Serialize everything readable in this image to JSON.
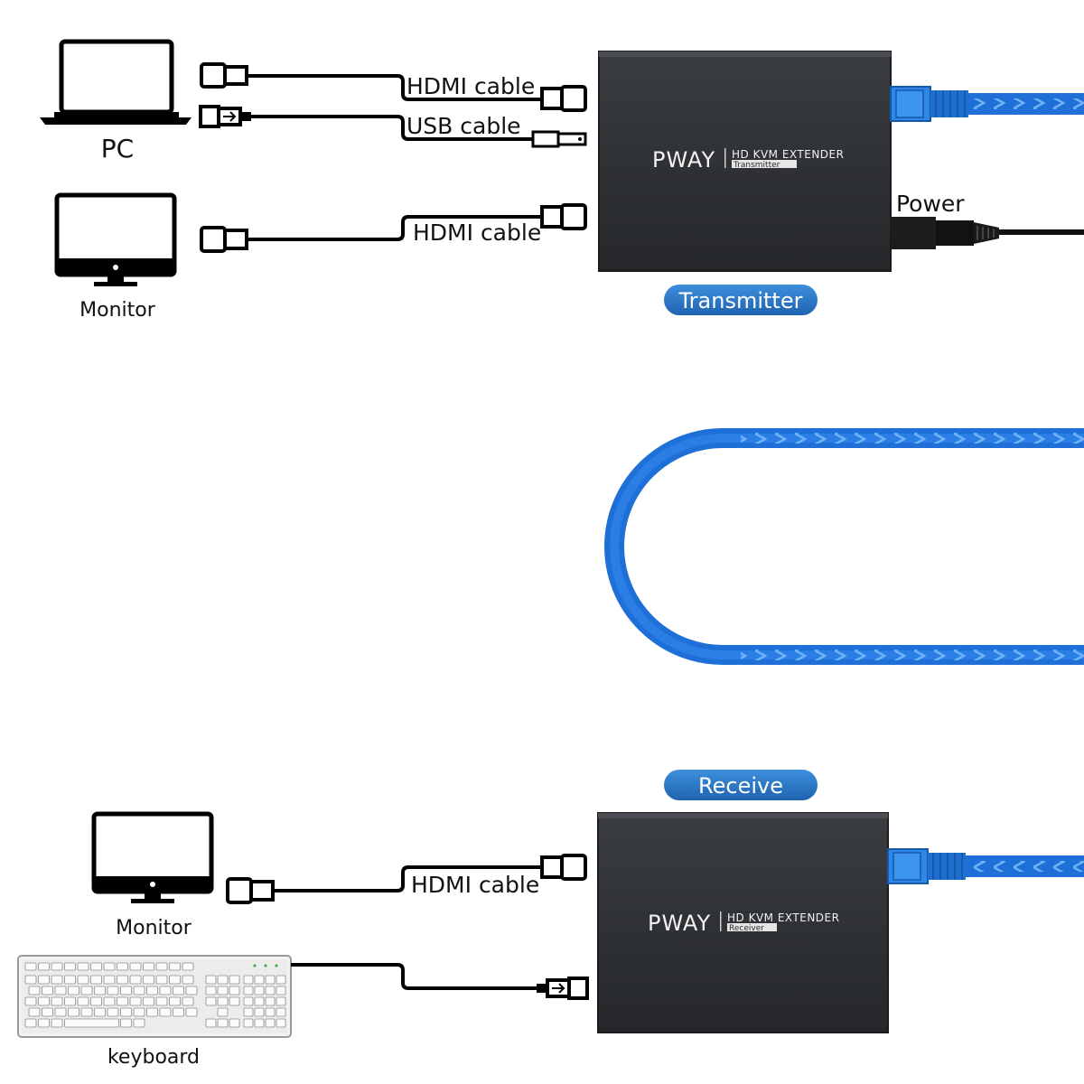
{
  "devices": {
    "pc_label": "PC",
    "monitor_top_label": "Monitor",
    "monitor_bottom_label": "Monitor",
    "keyboard_label": "keyboard"
  },
  "cables": {
    "hdmi_pc": "HDMI cable",
    "usb_pc": "USB cable",
    "hdmi_monitor_top": "HDMI cable",
    "power": "Power",
    "hdmi_monitor_bottom": "HDMI cable"
  },
  "transmitter": {
    "brand": "PWAY",
    "product": "HD KVM EXTENDER",
    "unit_type": "Transmitter",
    "badge": "Transmitter"
  },
  "receiver": {
    "brand": "PWAY",
    "product": "HD KVM EXTENDER",
    "unit_type": "Receiver",
    "badge": "Receive"
  },
  "colors": {
    "ethernet_blue": "#1f6fd8",
    "badge_blue": "#2a7bc9",
    "box_dark": "#2e3033",
    "cable_black": "#111111"
  },
  "icons": [
    "laptop-icon",
    "monitor-icon",
    "keyboard-icon",
    "hdmi-connector-icon",
    "usb-connector-icon",
    "usb-micro-connector-icon",
    "rj45-connector-icon",
    "dc-power-connector-icon"
  ]
}
